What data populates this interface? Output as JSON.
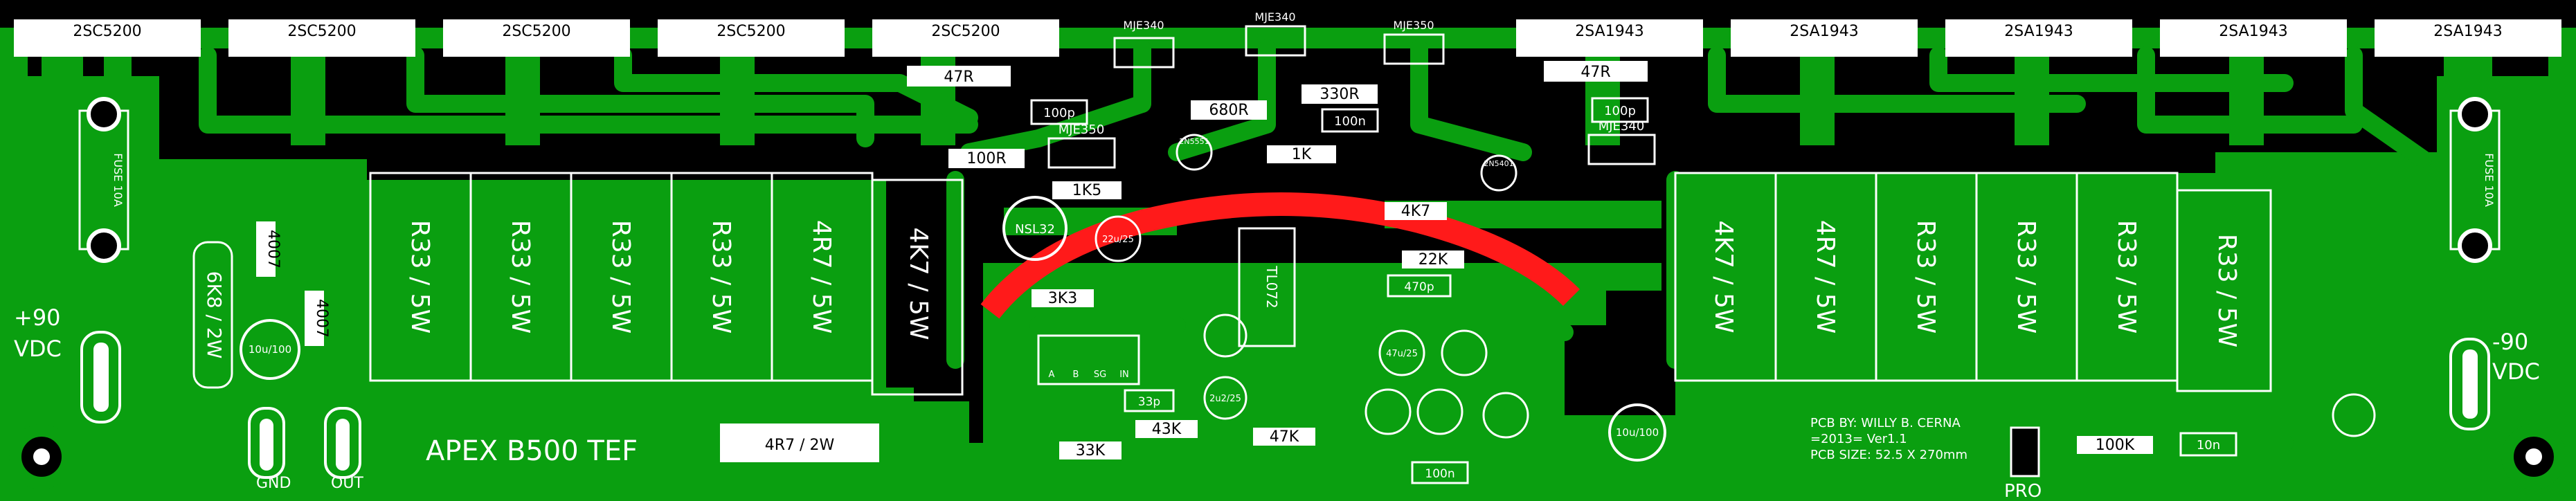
{
  "board": {
    "title": "APEX B500 TEF",
    "credit_line1": "PCB BY: WILLY B. CERNA",
    "credit_line2": "=2013= Ver1.1",
    "credit_line3": "PCB SIZE: 52.5 X 270mm",
    "colors": {
      "copper": "#0a9f10",
      "substrate": "#000000",
      "silk": "#ffffff",
      "warn_trace": "#ff1a1a"
    }
  },
  "power": {
    "pos_label": "+90",
    "pos_unit": "VDC",
    "neg_label": "-90",
    "neg_unit": "VDC",
    "gnd": "GND",
    "out": "OUT",
    "pro": "PRO"
  },
  "transistors_top_left": [
    "2SC5200",
    "2SC5200",
    "2SC5200",
    "2SC5200",
    "2SC5200"
  ],
  "transistors_top_right": [
    "2SA1943",
    "2SA1943",
    "2SA1943",
    "2SA1943",
    "2SA1943"
  ],
  "drivers": [
    "MJE340",
    "MJE340",
    "MJE350",
    "MJE350",
    "MJE340"
  ],
  "emitter_resistors_left": [
    "R33 / 5W",
    "R33 / 5W",
    "R33 / 5W",
    "R33 / 5W",
    "4R7 / 5W",
    "4K7 / 5W"
  ],
  "emitter_resistors_right": [
    "4K7 / 5W",
    "4R7 / 5W",
    "R33 / 5W",
    "R33 / 5W",
    "R33 / 5W",
    "R33 / 5W"
  ],
  "fuses": {
    "left": "FUSE 10A",
    "right": "FUSE 10A"
  },
  "small_parts": {
    "r_47r_l": "47R",
    "r_47r_r": "47R",
    "r_330r": "330R",
    "r_680r": "680R",
    "r_100r": "100R",
    "c_100p_l": "100p",
    "c_100p_r": "100p",
    "c_100n_top": "100n",
    "r_1k5": "1K5",
    "r_1k": "1K",
    "r_4k7_mid": "4K7",
    "r_22k": "22K",
    "c_470p": "470p",
    "r_3k3": "3K3",
    "r_33k": "33K",
    "r_43k": "43K",
    "r_47k": "47K",
    "c_33p": "33p",
    "c_100n_bot": "100n",
    "r_6k8": "6K8 / 2W",
    "r_4r7_2w": "4R7 / 2W",
    "r_100k": "100K",
    "c_10n": "10n",
    "ic": "TL072",
    "led": "NSL32",
    "diode_4007a": "4007",
    "diode_4007b": "4007",
    "cap_10u100_l": "10u/100",
    "cap_10u100_r": "10u/100",
    "cap_22u25": "22u/25",
    "cap_47u25": "47u/25",
    "cap_2u2": "2u2/25",
    "tr_2n5401": "2N5401",
    "tr_2n5551": "2N5551",
    "in_a": "A",
    "in_b": "B",
    "in_sg": "SG",
    "in_in": "IN"
  }
}
